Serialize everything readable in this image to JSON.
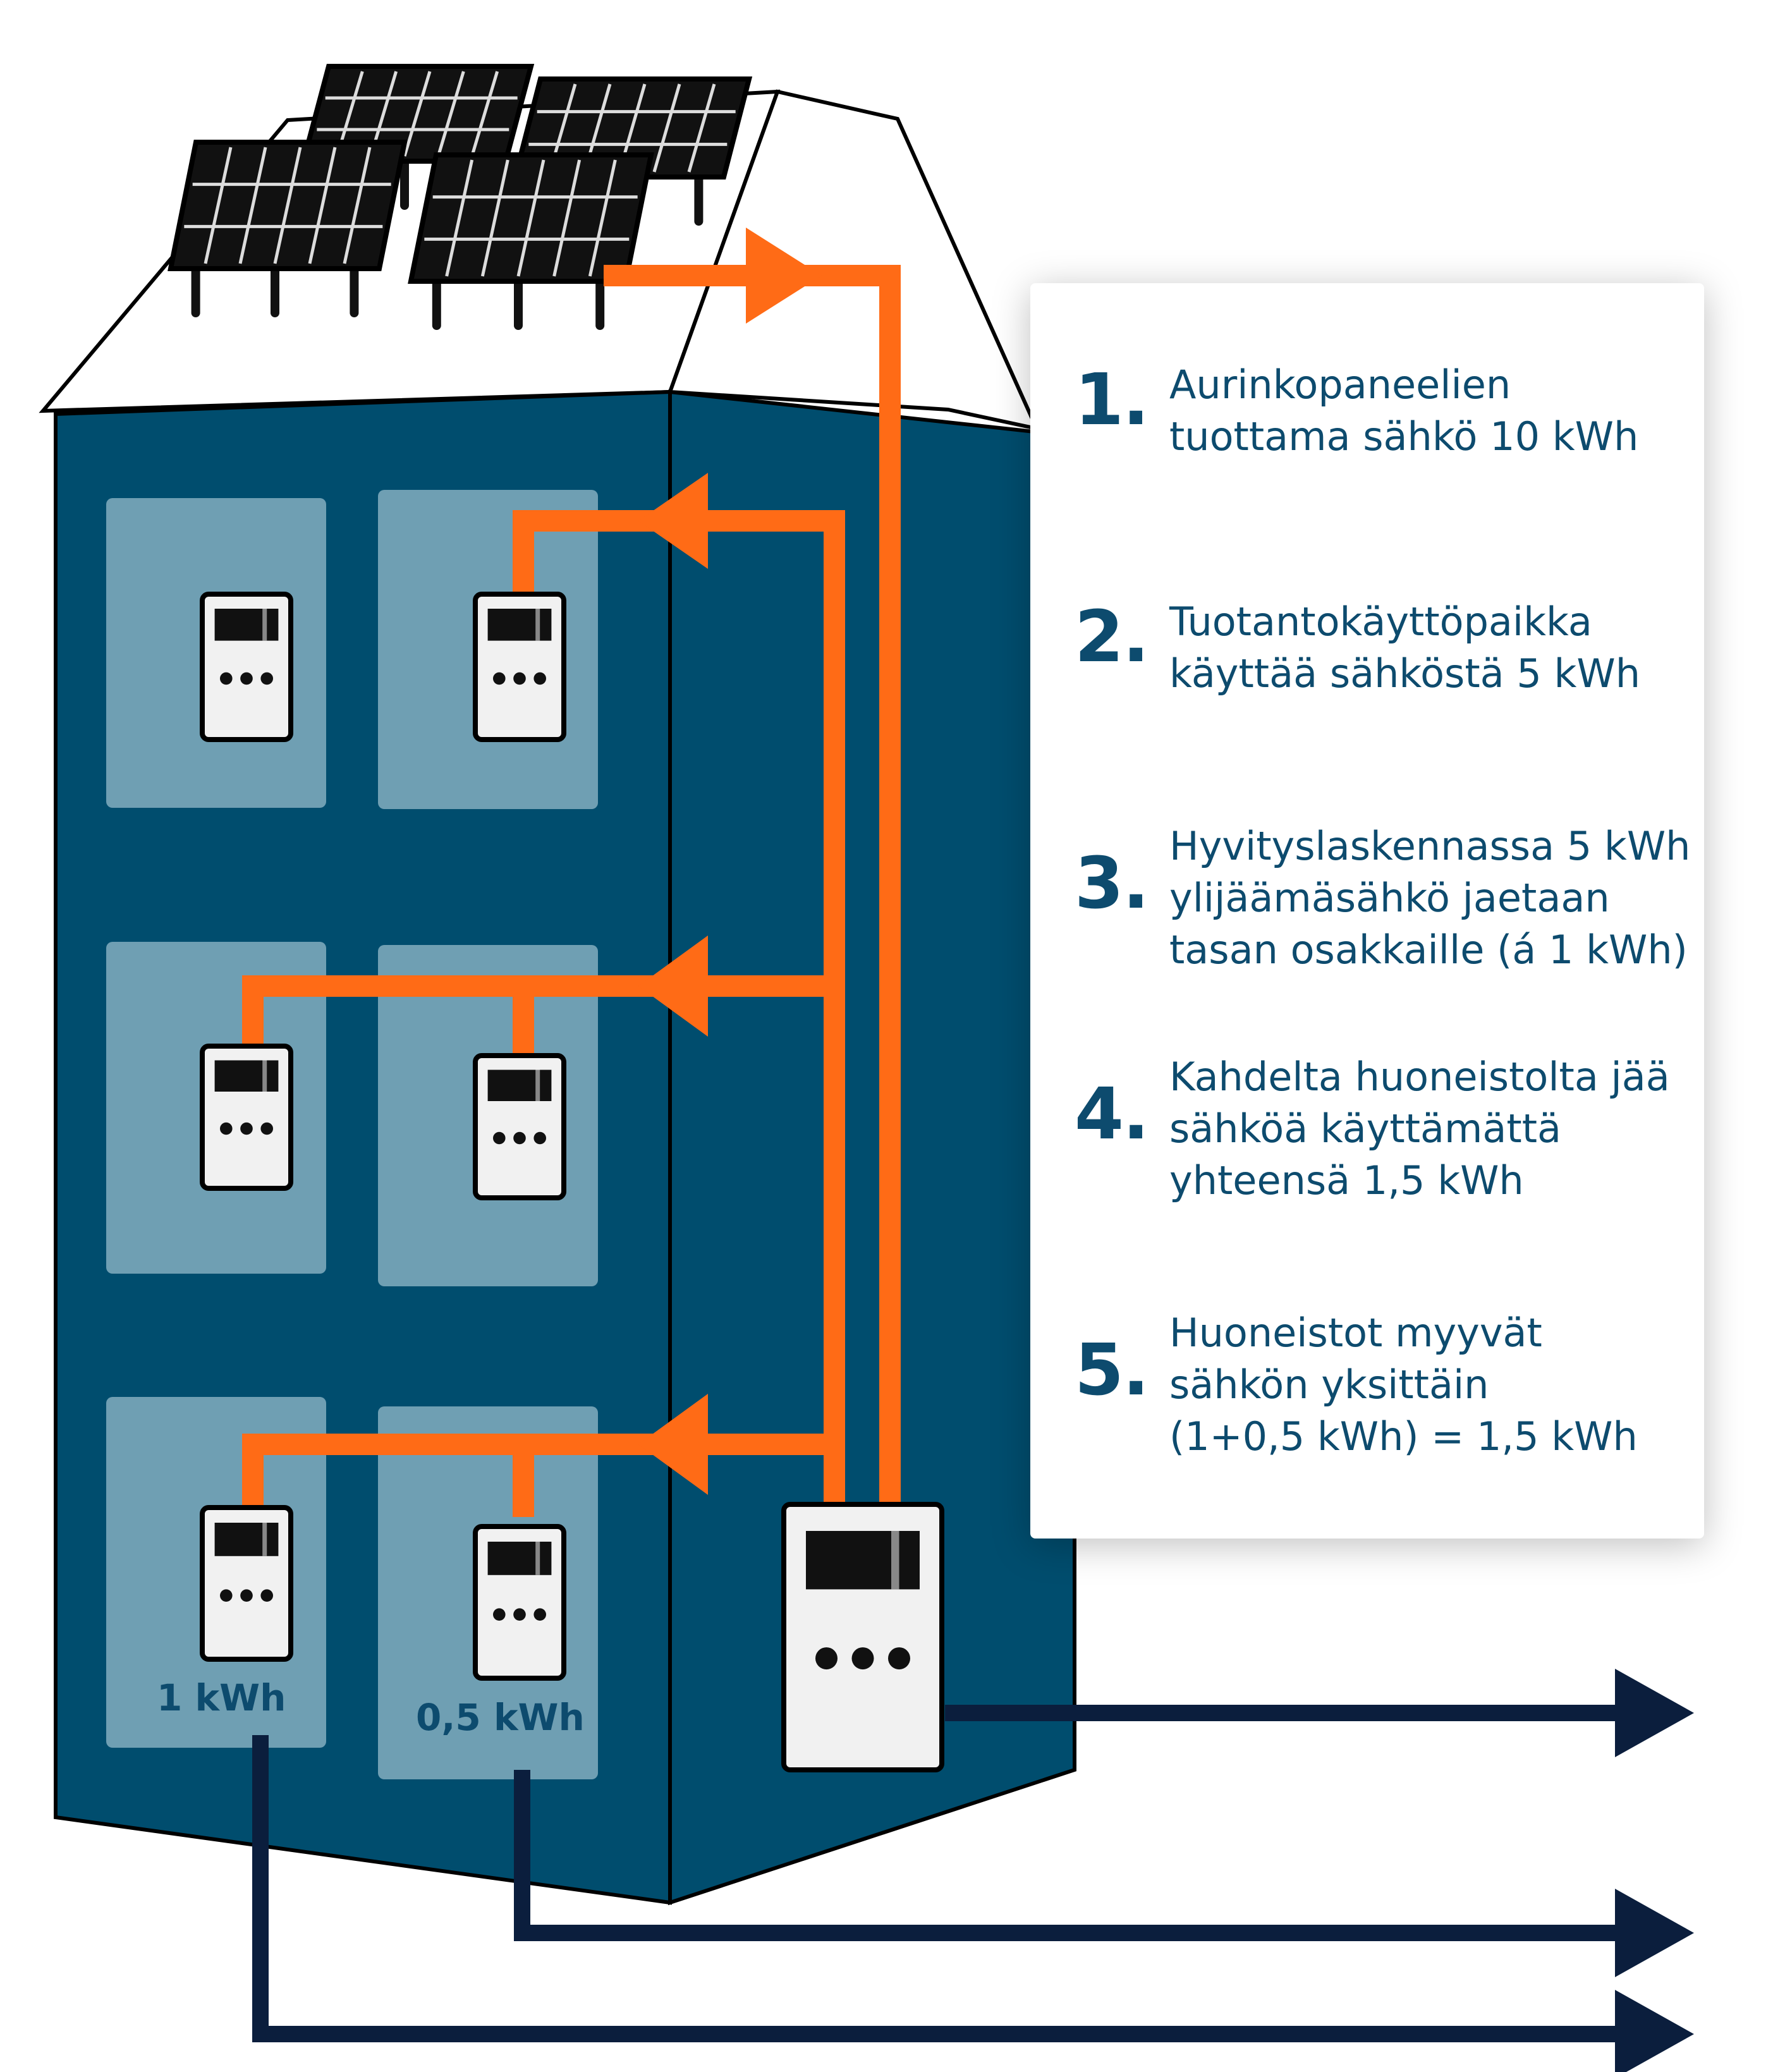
{
  "colors": {
    "building_front": "#004d6e",
    "building_side": "#004d6e",
    "window": "#6f9fb3",
    "solar_flow": "#ff6b16",
    "sale_flow": "#0b1e3d",
    "roof": "#ffffff",
    "text": "#0d4b6e"
  },
  "steps": [
    {
      "number": "1.",
      "lines": [
        "Aurinkopaneelien",
        "tuottama sähkö 10 kWh"
      ]
    },
    {
      "number": "2.",
      "lines": [
        "Tuotantokäyttöpaikka",
        "käyttää sähköstä 5 kWh"
      ]
    },
    {
      "number": "3.",
      "lines": [
        "Hyvityslaskennassa 5 kWh",
        "ylijäämäsähkö jaetaan",
        "tasan osakkaille (á 1 kWh)"
      ]
    },
    {
      "number": "4.",
      "lines": [
        "Kahdelta huoneistolta jää",
        "sähköä käyttämättä",
        "yhteensä 1,5 kWh"
      ]
    },
    {
      "number": "5.",
      "lines": [
        "Huoneistot myyvät",
        "sähkön yksittäin",
        "(1+0,5 kWh) = 1,5 kWh"
      ]
    }
  ],
  "meter_labels": {
    "left": "1 kWh",
    "right": "0,5 kWh"
  },
  "icons": {
    "panel": "solar-panel-icon",
    "meter": "electricity-meter-icon",
    "arrow": "arrow-right-icon"
  }
}
